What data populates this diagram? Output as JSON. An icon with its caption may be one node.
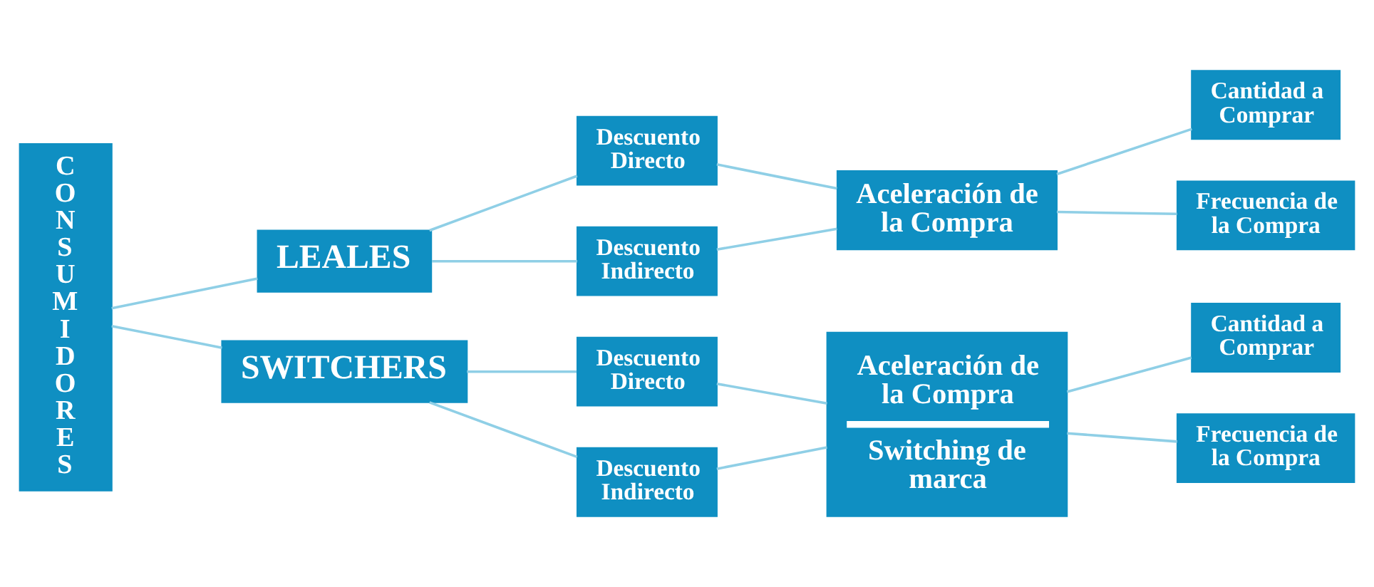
{
  "diagram": {
    "nodes": [
      {
        "text": [
          "CONSUMIDORES"
        ]
      },
      {
        "text": [
          "LEALES"
        ]
      },
      {
        "text": [
          "SWITCHERS"
        ]
      },
      {
        "text": [
          "Descuento Directo"
        ]
      },
      {
        "text": [
          "Descuento Indirecto"
        ]
      },
      {
        "text": [
          "Aceleración de la Compra"
        ]
      },
      {
        "text": [
          "Cantidad a Comprar"
        ]
      },
      {
        "text": [
          "Frecuencia de la Compra"
        ]
      },
      {
        "text": [
          "Descuento Directo"
        ]
      },
      {
        "text": [
          "Descuento Indirecto"
        ]
      },
      {
        "text": [
          "Aceleración de la Compra",
          "Switching de marca"
        ]
      },
      {
        "text": [
          "Cantidad a Comprar"
        ]
      },
      {
        "text": [
          "Frecuencia de la Compra"
        ]
      }
    ],
    "edges": [
      {
        "from": 0,
        "to": 1,
        "arrow": "none"
      },
      {
        "from": 0,
        "to": 2,
        "arrow": "none"
      },
      {
        "from": 1,
        "to": 3,
        "arrow": "none"
      },
      {
        "from": 1,
        "to": 4,
        "arrow": "none"
      },
      {
        "from": 3,
        "to": 5,
        "arrow": "none"
      },
      {
        "from": 4,
        "to": 5,
        "arrow": "none"
      },
      {
        "from": 5,
        "to": 6,
        "arrow": "none"
      },
      {
        "from": 5,
        "to": 7,
        "arrow": "none"
      },
      {
        "from": 2,
        "to": 8,
        "arrow": "none"
      },
      {
        "from": 2,
        "to": 9,
        "arrow": "none"
      },
      {
        "from": 8,
        "to": 10,
        "arrow": "none"
      },
      {
        "from": 9,
        "to": 10,
        "arrow": "none"
      },
      {
        "from": 10,
        "to": 11,
        "arrow": "none"
      },
      {
        "from": 10,
        "to": 12,
        "arrow": "none"
      }
    ]
  }
}
